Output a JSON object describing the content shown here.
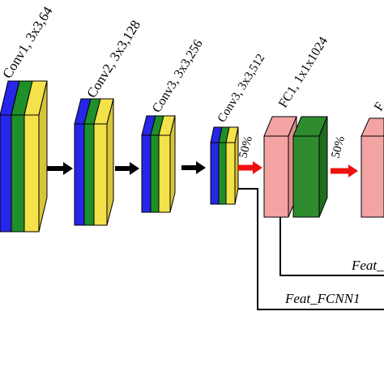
{
  "colors": {
    "blue": "#2626e8",
    "green": "#1f8f2a",
    "yellow": "#f4e24a",
    "pink": "#f4a3a3",
    "dark_green": "#2e8b2e",
    "black_arrow": "#000000",
    "red_arrow": "#ee1111"
  },
  "labels": {
    "conv1": "Conv1, 3x3,64",
    "conv2": "Conv2, 3x3,128",
    "conv3a": "Conv3, 3x3,256",
    "conv3b": "Conv3, 3x3,512",
    "fc1": "FC1, 1x1x1024",
    "fc2_partial": "F"
  },
  "dropout": {
    "first": "50%",
    "second": "50%"
  },
  "features": {
    "feat_fcnn1": "Feat_FCNN1",
    "feat_partial": "Feat_"
  }
}
